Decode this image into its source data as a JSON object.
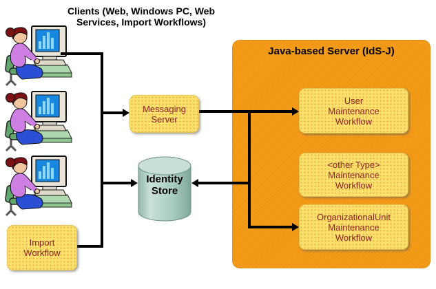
{
  "clients_title": "Clients (Web, Windows PC, Web\nServices, Import Workflows)",
  "clients": {
    "icon": "person-at-computer-icon",
    "count": 3
  },
  "messaging_server": {
    "label": "Messaging\nServer"
  },
  "identity_store": {
    "label": "Identity\nStore",
    "icon": "database-cylinder-icon"
  },
  "import_workflow": {
    "label": "Import\nWorkflow"
  },
  "java_server": {
    "title": "Java-based Server (IdS-J)",
    "workflows": [
      {
        "label": "User\nMaintenance\nWorkflow"
      },
      {
        "label": "<other Type>\nMaintenance\nWorkflow"
      },
      {
        "label": "OrganizationalUnit\nMaintenance\nWorkflow"
      }
    ]
  },
  "colors": {
    "server_panel": "#F49C1A",
    "node_fill": "#FAE16E",
    "node_text": "#8B2323",
    "cylinder": "#A9CDC1",
    "connector": "#000000"
  }
}
